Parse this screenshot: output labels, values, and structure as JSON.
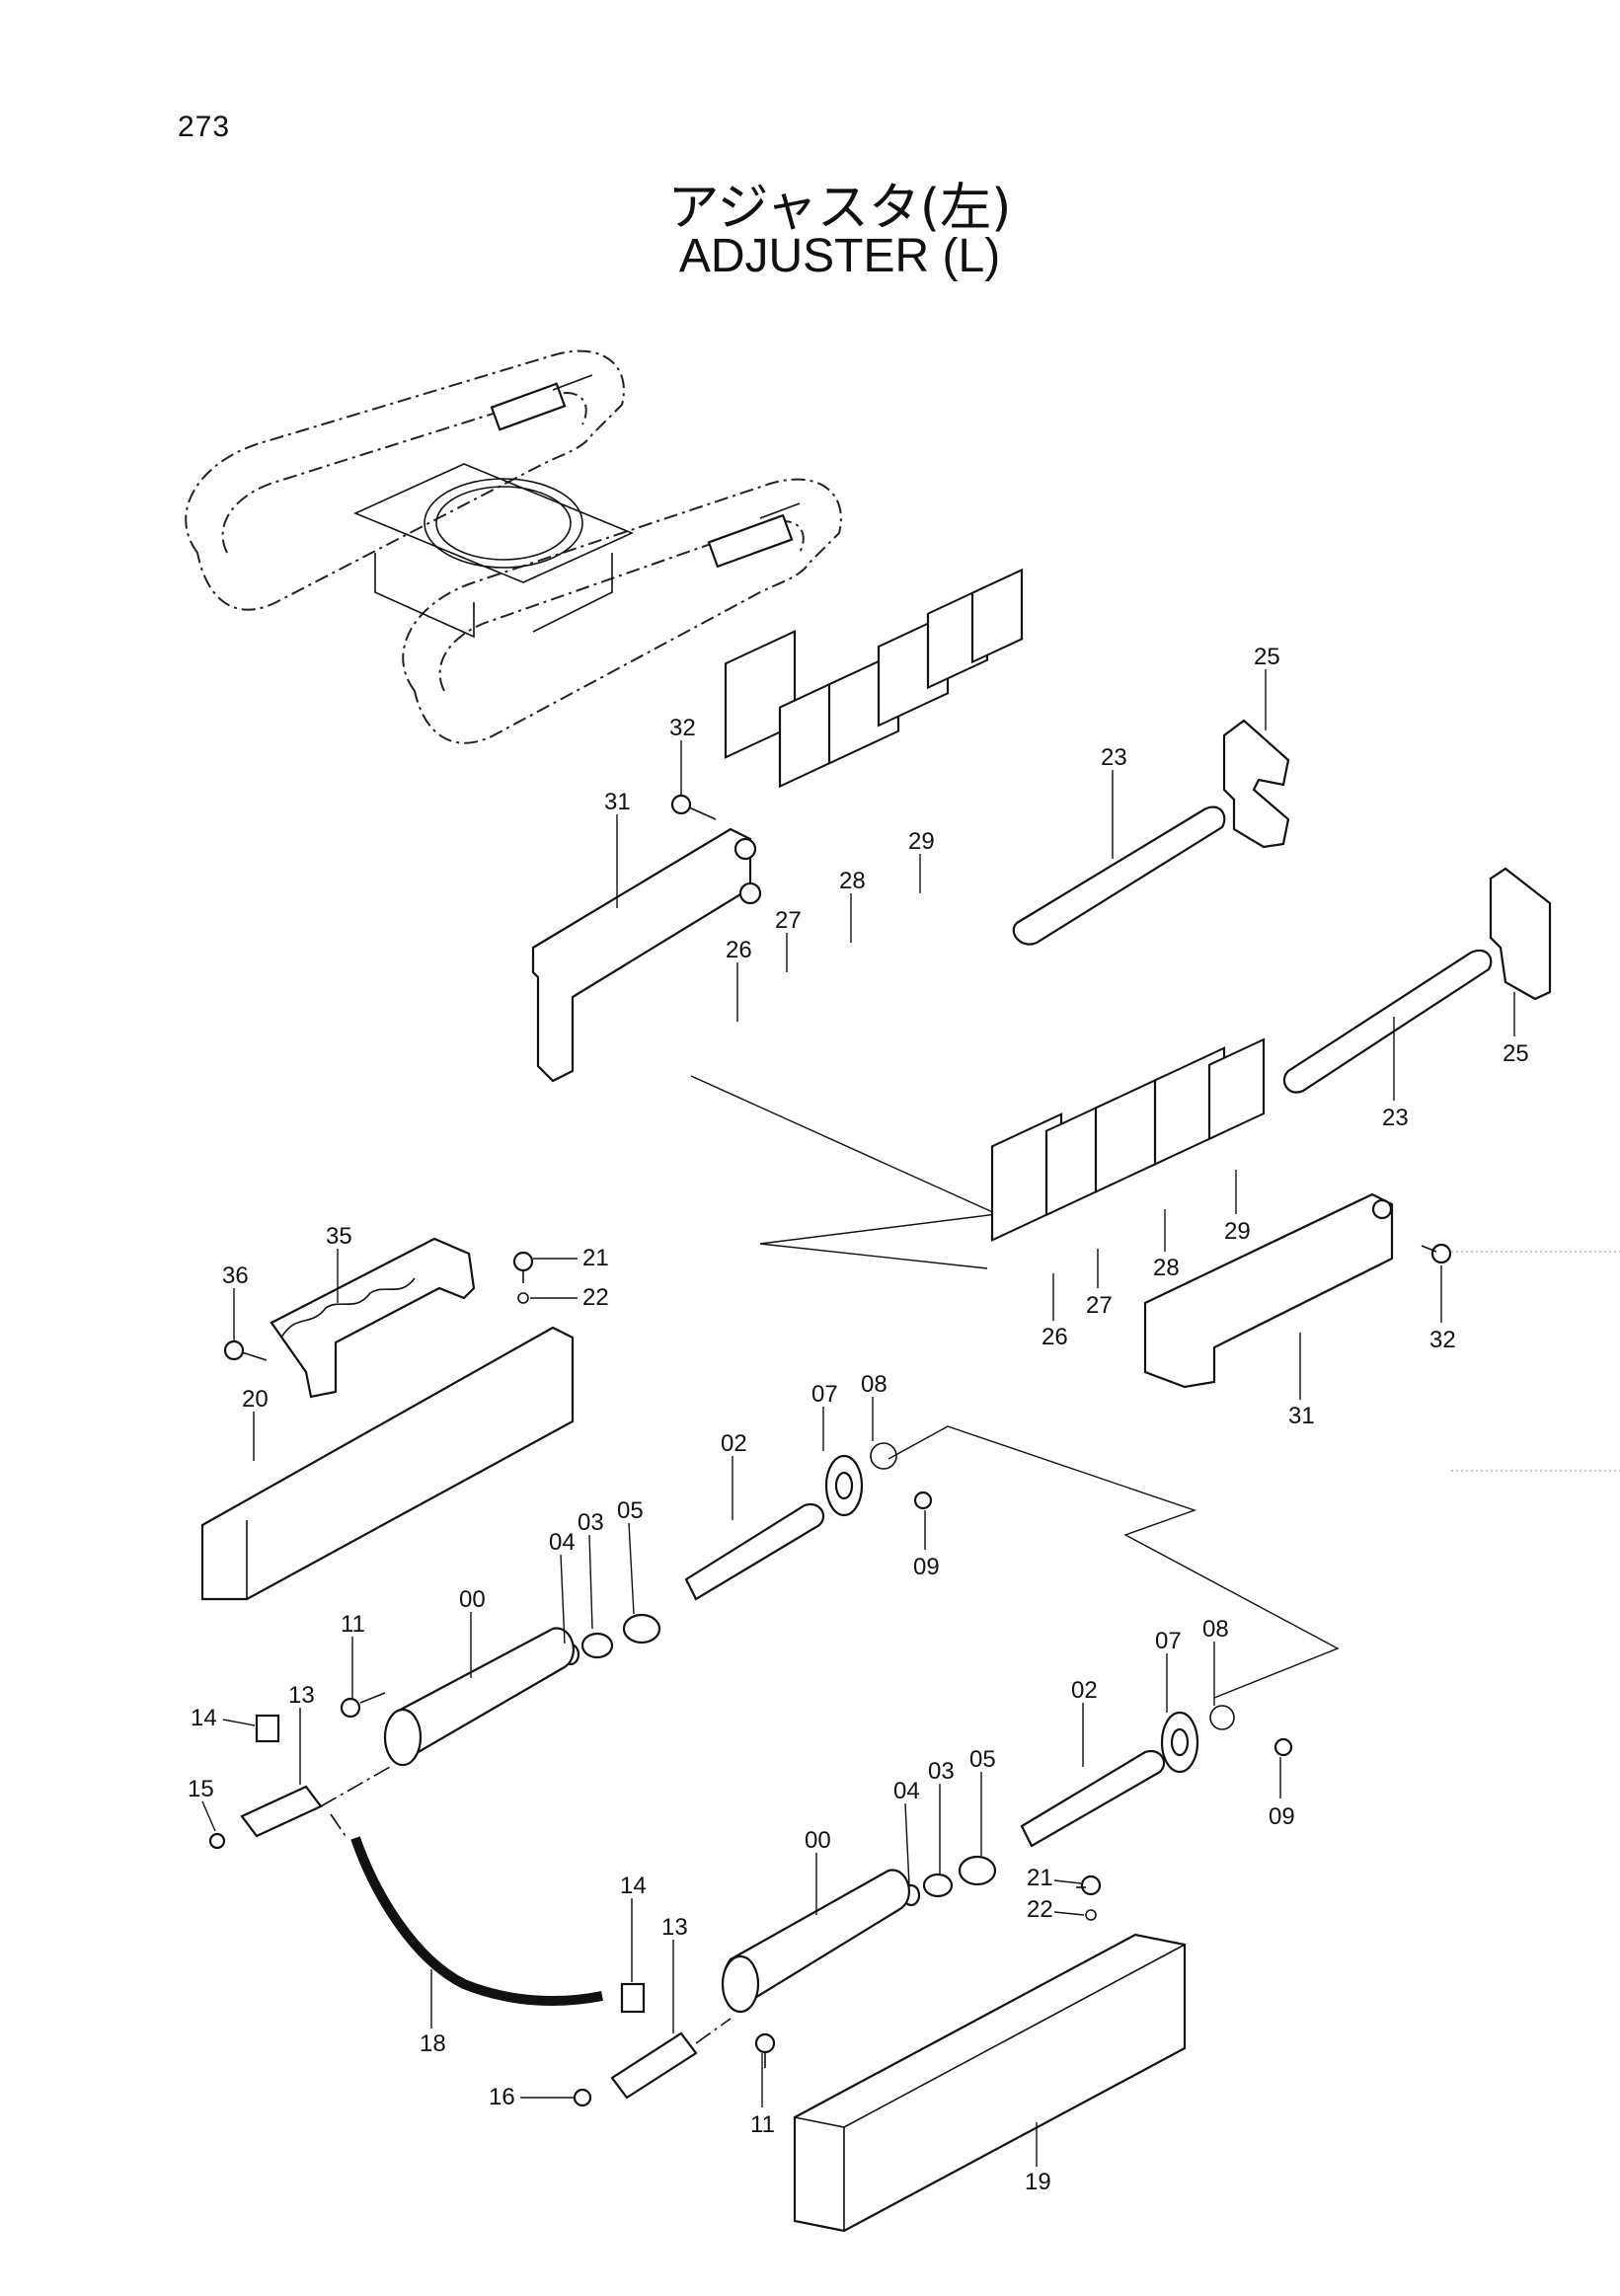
{
  "page": {
    "number": "273"
  },
  "title": {
    "japanese": "アジャスタ(左)",
    "english": "ADJUSTER (L)"
  },
  "callouts": {
    "c25a": "25",
    "c23a": "23",
    "c32a": "32",
    "c31a": "31",
    "c29a": "29",
    "c28a": "28",
    "c27a": "27",
    "c26a": "26",
    "c25b": "25",
    "c23b": "23",
    "c29b": "29",
    "c28b": "28",
    "c27b": "27",
    "c26b": "26",
    "c32b": "32",
    "c31b": "31",
    "c35": "35",
    "c36": "36",
    "c21a": "21",
    "c22a": "22",
    "c20": "20",
    "c07a": "07",
    "c08a": "08",
    "c02a": "02",
    "c04a": "04",
    "c03a": "03",
    "c05a": "05",
    "c09a": "09",
    "c11a": "11",
    "c00a": "00",
    "c14a": "14",
    "c13a": "13",
    "c15": "15",
    "c07b": "07",
    "c08b": "08",
    "c02b": "02",
    "c05b": "05",
    "c03b": "03",
    "c04b": "04",
    "c00b": "00",
    "c09b": "09",
    "c21b": "21",
    "c22b": "22",
    "c14b": "14",
    "c13b": "13",
    "c18": "18",
    "c16": "16",
    "c11b": "11",
    "c19": "19"
  }
}
